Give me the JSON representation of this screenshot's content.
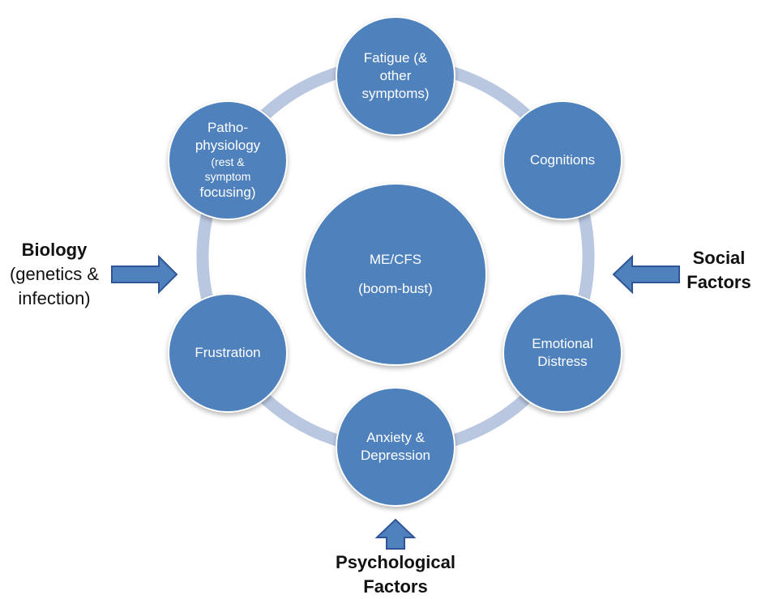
{
  "colors": {
    "node_fill": "#4f81bd",
    "ring": "#b9c7e0",
    "arrow_fill": "#4f81bd",
    "arrow_stroke": "#2f5597",
    "text_on_node": "#ffffff",
    "factor_text": "#111111"
  },
  "center": {
    "line1": "ME/CFS",
    "line2": "(boom-bust)"
  },
  "cycle": [
    {
      "id": "fatigue",
      "lines": [
        "Fatigue (&",
        "other",
        "symptoms)"
      ]
    },
    {
      "id": "cognitions",
      "lines": [
        "Cognitions"
      ]
    },
    {
      "id": "emotional-distress",
      "lines": [
        "Emotional",
        "Distress"
      ]
    },
    {
      "id": "anxiety-depression",
      "lines": [
        "Anxiety &",
        "Depression"
      ]
    },
    {
      "id": "frustration",
      "lines": [
        "Frustration"
      ]
    },
    {
      "id": "pathophysiology",
      "lines": [
        "Patho-",
        "physiology"
      ],
      "small_lines": [
        "(rest &",
        "symptom"
      ],
      "end_line": "focusing)"
    }
  ],
  "factors": {
    "biology": {
      "title": "Biology",
      "sub1": "(genetics &",
      "sub2": "infection)"
    },
    "social": {
      "title1": "Social",
      "title2": "Factors"
    },
    "psychological": {
      "title1": "Psychological",
      "title2": "Factors"
    }
  }
}
